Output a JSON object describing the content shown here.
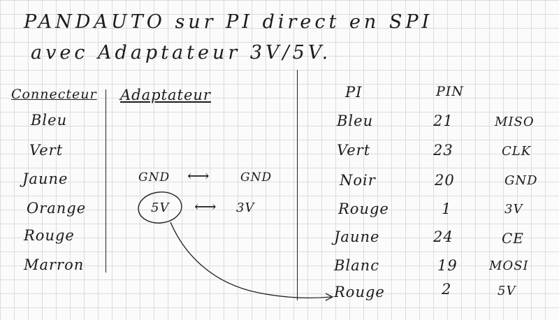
{
  "title": {
    "line1": "PANDAUTO sur PI direct en SPI",
    "line2": "avec Adaptateur 3V/5V."
  },
  "left_table": {
    "header_connecteur": "Connecteur",
    "header_adaptateur": "Adaptateur",
    "rows": [
      {
        "connecteur": "Bleu"
      },
      {
        "connecteur": "Vert"
      },
      {
        "connecteur": "Jaune",
        "adapt_left": "GND",
        "arrow": "⟷",
        "adapt_right": "GND"
      },
      {
        "connecteur": "Orange",
        "adapt_left": "5V",
        "arrow": "⟷",
        "adapt_right": "3V"
      },
      {
        "connecteur": "Rouge"
      },
      {
        "connecteur": "Marron"
      }
    ]
  },
  "right_table": {
    "header_pi": "PI",
    "header_pin": "PIN",
    "rows": [
      {
        "color": "Bleu",
        "pin": "21",
        "signal": "MISO"
      },
      {
        "color": "Vert",
        "pin": "23",
        "signal": "CLK"
      },
      {
        "color": "Noir",
        "pin": "20",
        "signal": "GND"
      },
      {
        "color": "Rouge",
        "pin": "1",
        "signal": "3V"
      },
      {
        "color": "Jaune",
        "pin": "24",
        "signal": "CE"
      },
      {
        "color": "Blanc",
        "pin": "19",
        "signal": "MOSI"
      },
      {
        "color": "Rouge",
        "pin": "2",
        "signal": "5V"
      }
    ]
  }
}
